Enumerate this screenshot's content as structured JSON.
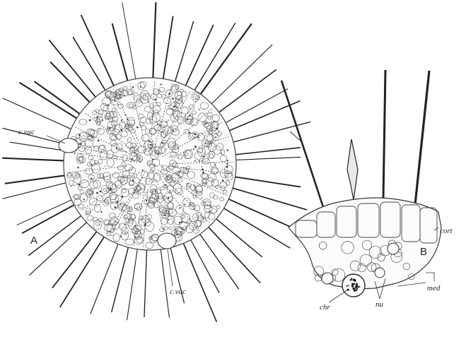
{
  "figure": {
    "panels": [
      {
        "id": "A",
        "label": "A"
      },
      {
        "id": "B",
        "label": "B"
      }
    ],
    "labels": {
      "a_cvac_upper": "c.vac",
      "a_cvac_lower": "c.vac",
      "b_cort": "cort",
      "b_med": "med",
      "b_chr": "chr",
      "b_nu": "nu"
    },
    "colors": {
      "ink": "#2a2a2a",
      "paper": "#ffffff"
    }
  }
}
